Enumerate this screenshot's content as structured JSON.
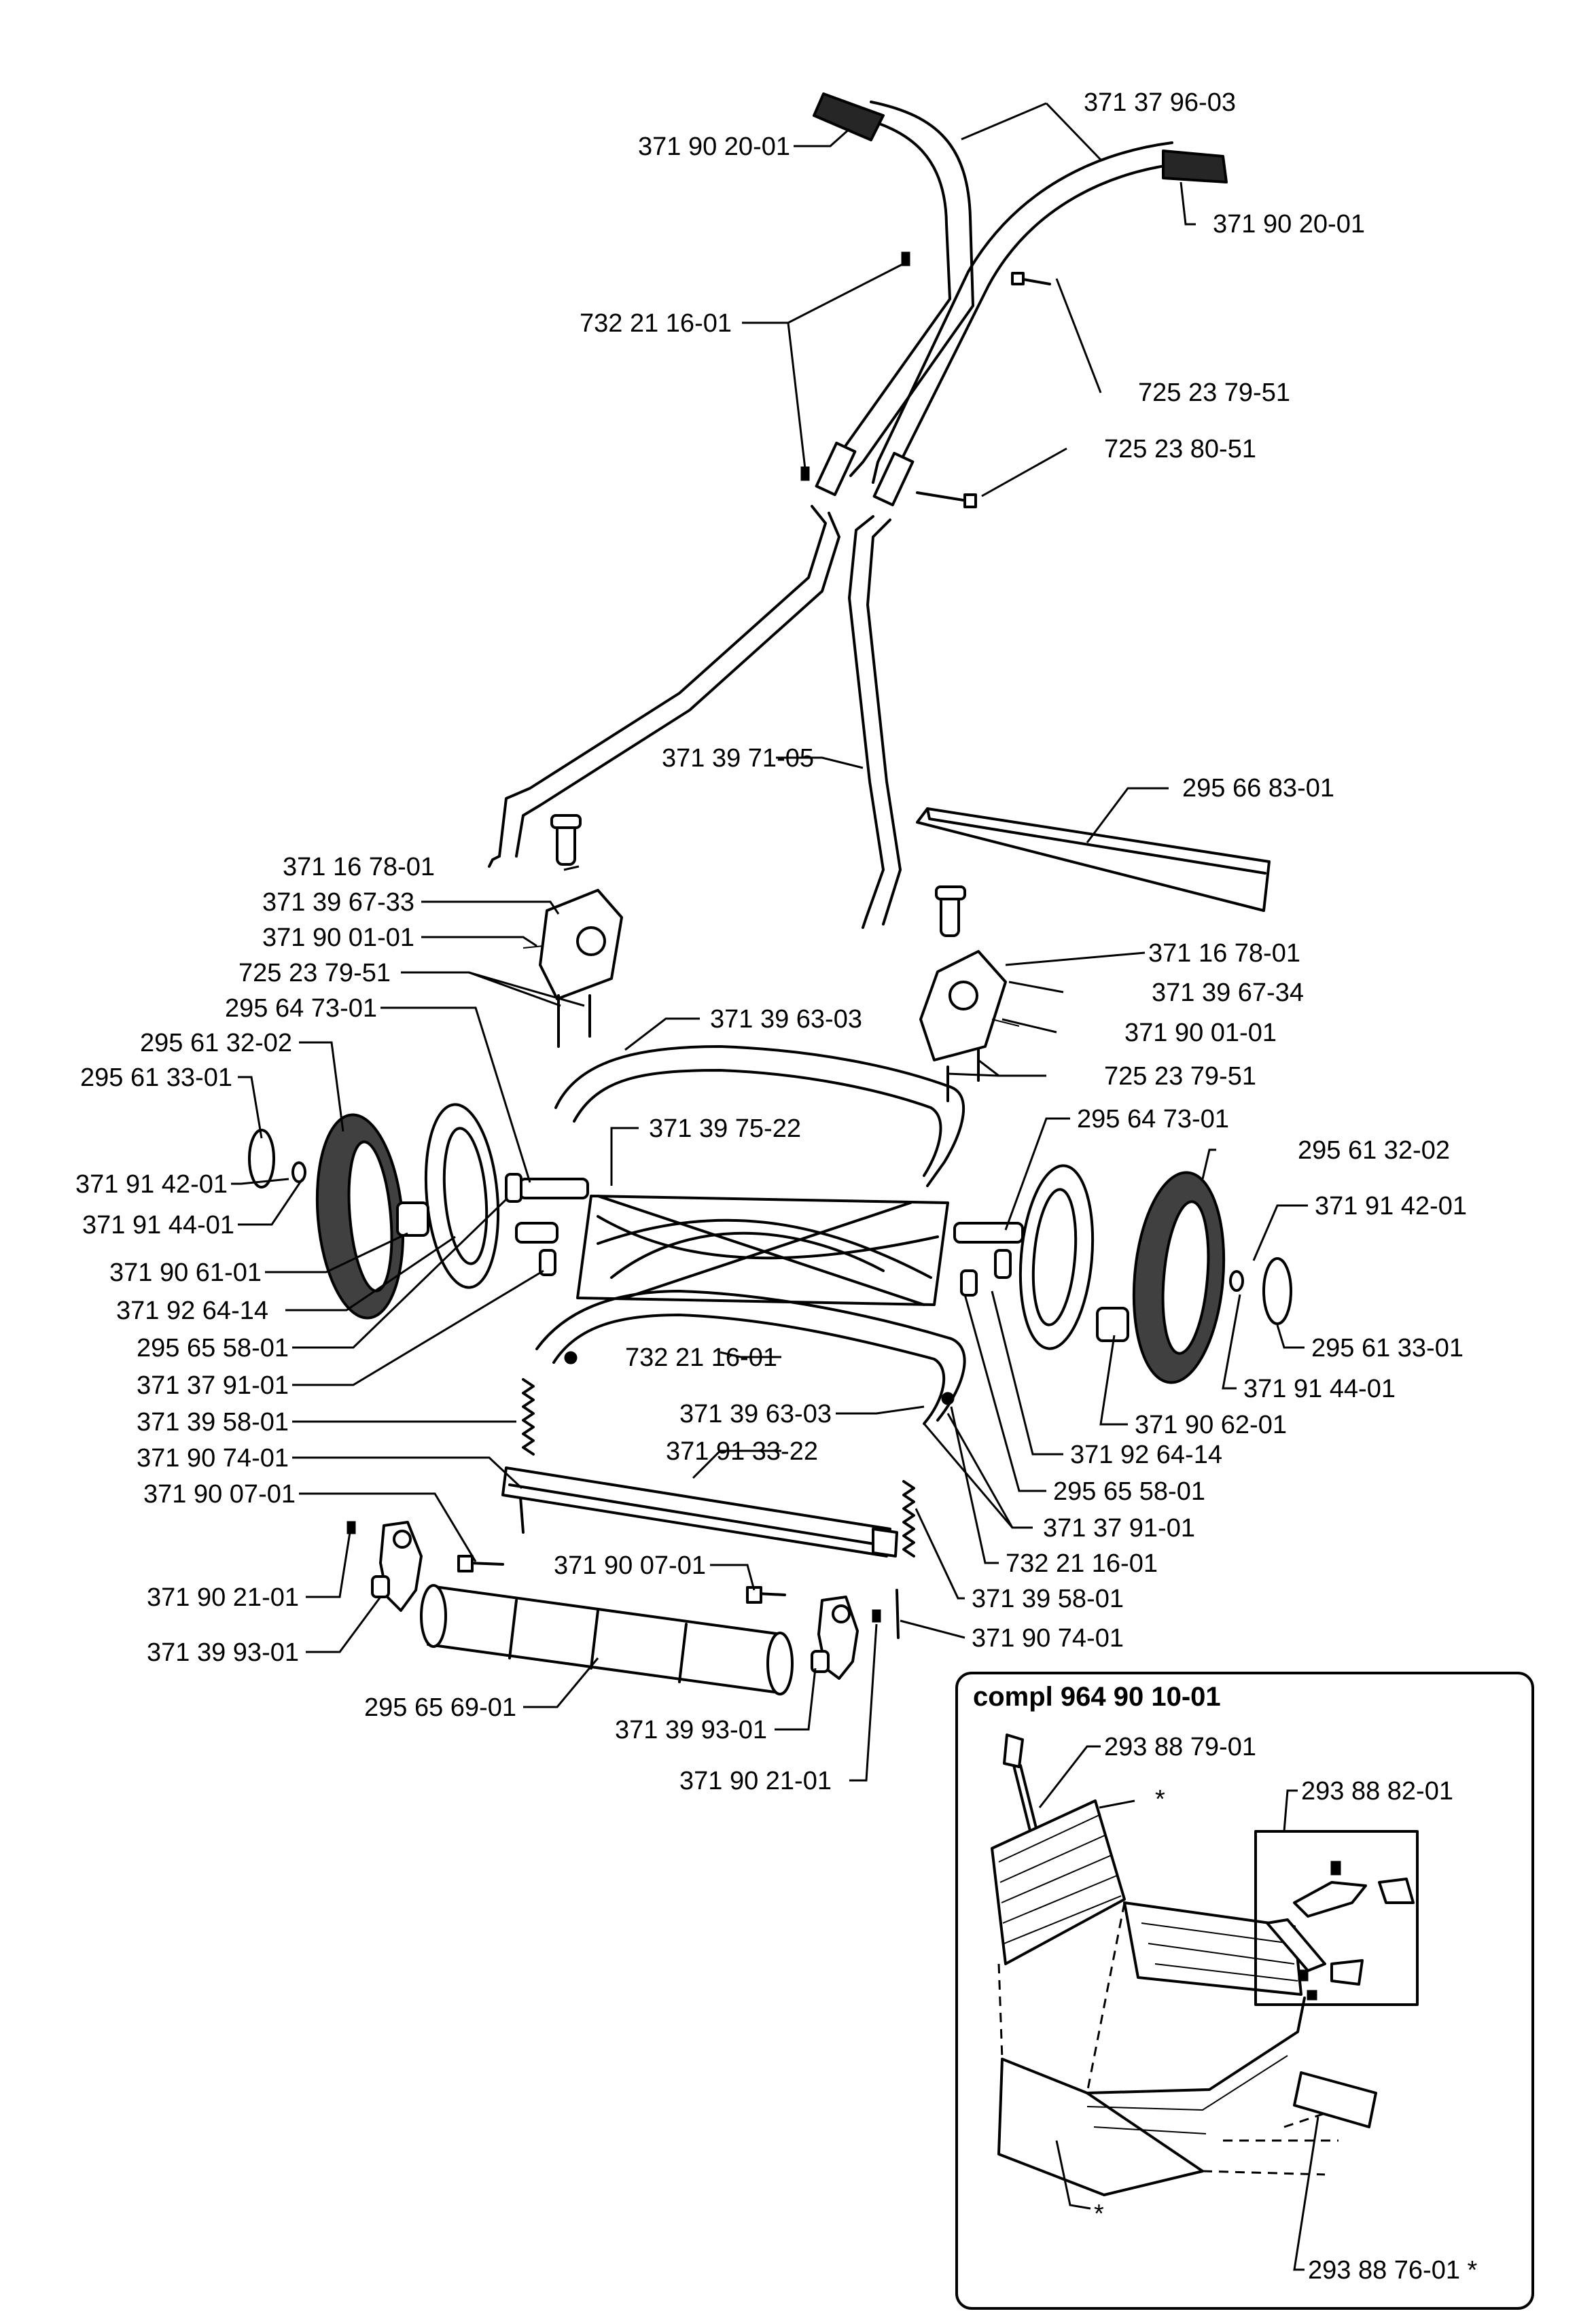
{
  "labels": {
    "l01": "371 90 20-01",
    "l02": "371 37 96-03",
    "l03": "371 90 20-01",
    "l04": "732 21 16-01",
    "l05": "725 23 79-51",
    "l06": "725 23 80-51",
    "l07": "371 39 71-05",
    "l08": "295 66 83-01",
    "l09": "371 16 78-01",
    "l10": "371 39 67-33",
    "l11": "371 90 01-01",
    "l12": "725 23 79-51",
    "l13": "295 64 73-01",
    "l14": "295 61 32-02",
    "l15": "295 61 33-01",
    "l16": "371 91 42-01",
    "l17": "371 91 44-01",
    "l18": "371 90 61-01",
    "l19": "371 92 64-14",
    "l20": "295 65 58-01",
    "l21": "371 37 91-01",
    "l22": "371 39 58-01",
    "l23": "371 90 74-01",
    "l24": "371 90 07-01",
    "l25": "371 90 21-01",
    "l26": "371 39 93-01",
    "l27": "295 65 69-01",
    "l28": "371 16 78-01",
    "l29": "371 39 67-34",
    "l30": "371 39 63-03",
    "l31": "371 90 01-01",
    "l32": "725 23 79-51",
    "l33": "371 39 75-22",
    "l34": "295 64 73-01",
    "l35": "295 61 32-02",
    "l36": "371 91 42-01",
    "l37": "295 61 33-01",
    "l38": "371 91 44-01",
    "l39": "732 21 16-01",
    "l40": "371 39 63-03",
    "l41": "371 90 62-01",
    "l42": "371 92 64-14",
    "l43": "371 91 33-22",
    "l44": "295 65 58-01",
    "l45": "371 37 91-01",
    "l46": "732 21 16-01",
    "l47": "371 90 07-01",
    "l48": "371 39 58-01",
    "l49": "371 90 74-01",
    "l50": "371 39 93-01",
    "l51": "371 90 21-01"
  },
  "kit": {
    "title": "compl 964 90 10-01",
    "l1": "293 88 79-01",
    "l2": "293 88 82-01",
    "l3": "293 88 76-01 *",
    "star_top": "*",
    "star_bottom": "*"
  }
}
